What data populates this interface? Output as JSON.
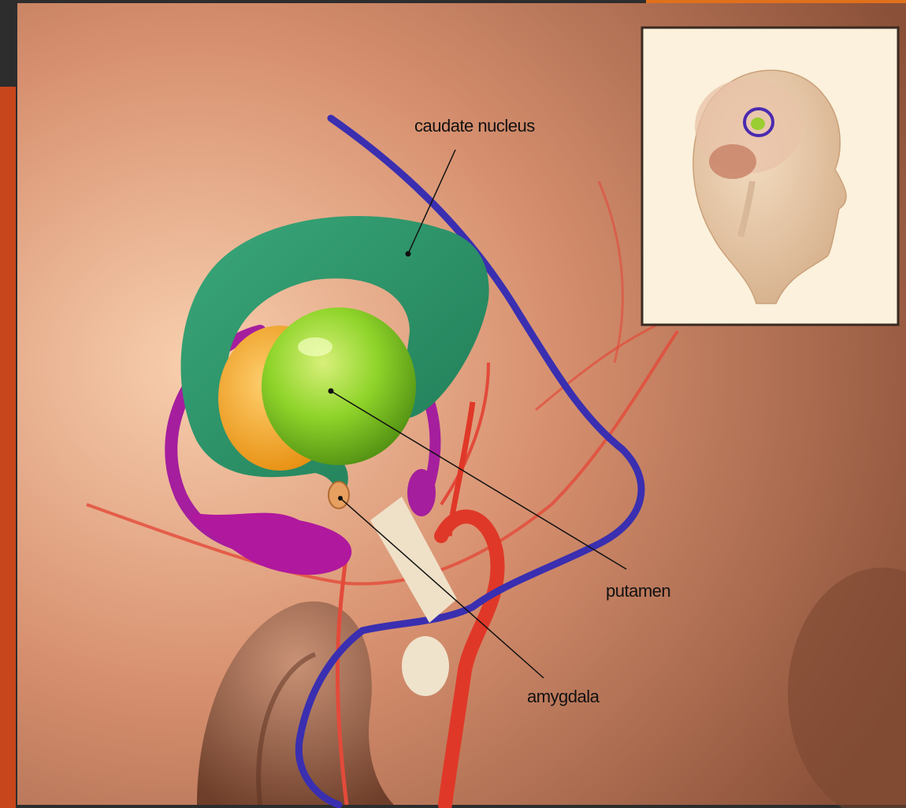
{
  "labels": {
    "caudate": "caudate nucleus",
    "putamen": "putamen",
    "amygdala": "amygdala"
  },
  "colors": {
    "background_skin": "#d98e6e",
    "caudate_nucleus": "#2f9a6a",
    "putamen": "#8fd42a",
    "globus_pallidus": "#f2a21a",
    "fornix_structure": "#a51e9e",
    "artery": "#e03828",
    "vein": "#3a2fb0",
    "slide_frame_orange": "#c8461c",
    "slide_frame_dark": "#333333"
  },
  "icons": [
    "inset-head-thumbnail"
  ]
}
